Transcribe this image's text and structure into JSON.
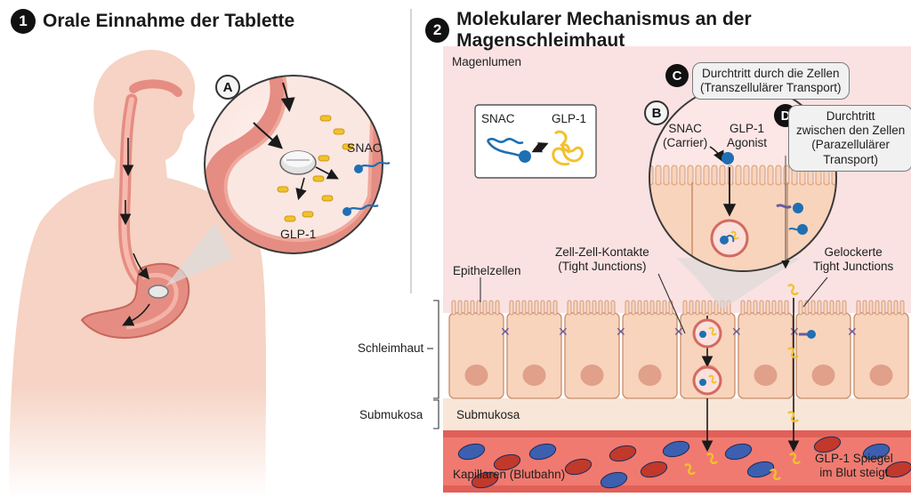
{
  "panel1": {
    "number": "1",
    "title": "Orale Einnahme der Tablette"
  },
  "panel2": {
    "number": "2",
    "title": "Molekularer Mechanismus an der Magenschleimhaut"
  },
  "labels": {
    "letter_a": "A",
    "letter_b": "B",
    "letter_c": "C",
    "letter_d": "D",
    "snac_zoom": "SNAC",
    "glp1_zoom": "GLP-1",
    "magenlumen": "Magenlumen",
    "legend_snac": "SNAC",
    "legend_glp1": "GLP-1",
    "snac_carrier": "SNAC\n(Carrier)",
    "glp1_agonist": "GLP-1\nAgonist",
    "callout_c": "Durchtritt durch die Zellen\n(Transzellulärer Transport)",
    "callout_d": "Durchtritt\nzwischen den Zellen\n(Parazellulärer\nTransport)",
    "tight_junctions": "Zell-Zell-Kontakte\n(Tight Junctions)",
    "loosened_junctions": "Gelockerte\nTight Junctions",
    "epithelzellen": "Epithelzellen",
    "schleimhaut": "Schleimhaut",
    "submukosa_left": "Submukosa",
    "submukosa_inner": "Submukosa",
    "kapillaren": "Kapillaren (Blutbahn)",
    "glp1_level": "GLP-1 Spiegel\nim Blut steigt"
  },
  "colors": {
    "skin": "#f3cfc0",
    "stomach": "#e58d82",
    "lumen_bg": "#fbe4e4",
    "cell_fill": "#f8d4bc",
    "cell_nucleus": "#e0a08a",
    "blood_vessel": "#d9514a",
    "snac_blue": "#1e6fb3",
    "glp1_yellow": "#f2c12e",
    "junction": "#6a5a9c"
  },
  "icons": [
    "tablet-icon",
    "snac-molecule-icon",
    "glp1-molecule-icon",
    "vesicle-icon",
    "tight-junction-icon",
    "red-blood-cell-icon"
  ]
}
